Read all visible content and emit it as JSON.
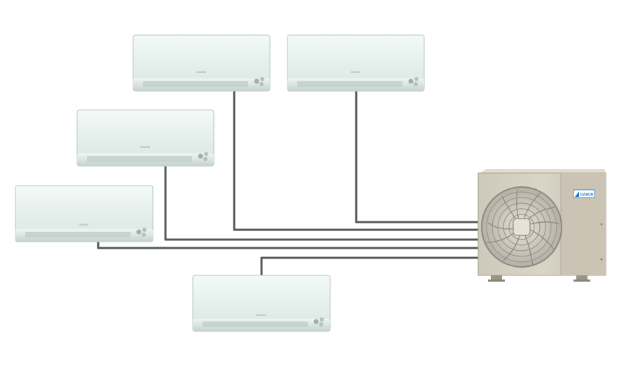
{
  "scene": {
    "indoor_units": [
      {
        "id": "top-left",
        "logo_text": "DAIKIN"
      },
      {
        "id": "top-right",
        "logo_text": "DAIKIN"
      },
      {
        "id": "middle-left",
        "logo_text": "DAIKIN"
      },
      {
        "id": "lower-left",
        "logo_text": "DAIKIN"
      },
      {
        "id": "bottom-center",
        "logo_text": "DAIKIN"
      }
    ],
    "outdoor_unit": {
      "logo_text": "DAIKIN"
    },
    "colors": {
      "indoor_body": "#e8f1ee",
      "indoor_shadow": "#c9d6d2",
      "indoor_highlight": "#f8fcfb",
      "pipe": "#55585a",
      "outdoor_body": "#d3cdbf",
      "outdoor_shadow": "#b9b2a3",
      "fan_guard": "#9c9890",
      "logo_blue": "#1f7ec8"
    },
    "icons": [
      "indoor-unit-icon",
      "outdoor-unit-icon",
      "fan-icon",
      "refrigerant-pipe-icon"
    ]
  }
}
